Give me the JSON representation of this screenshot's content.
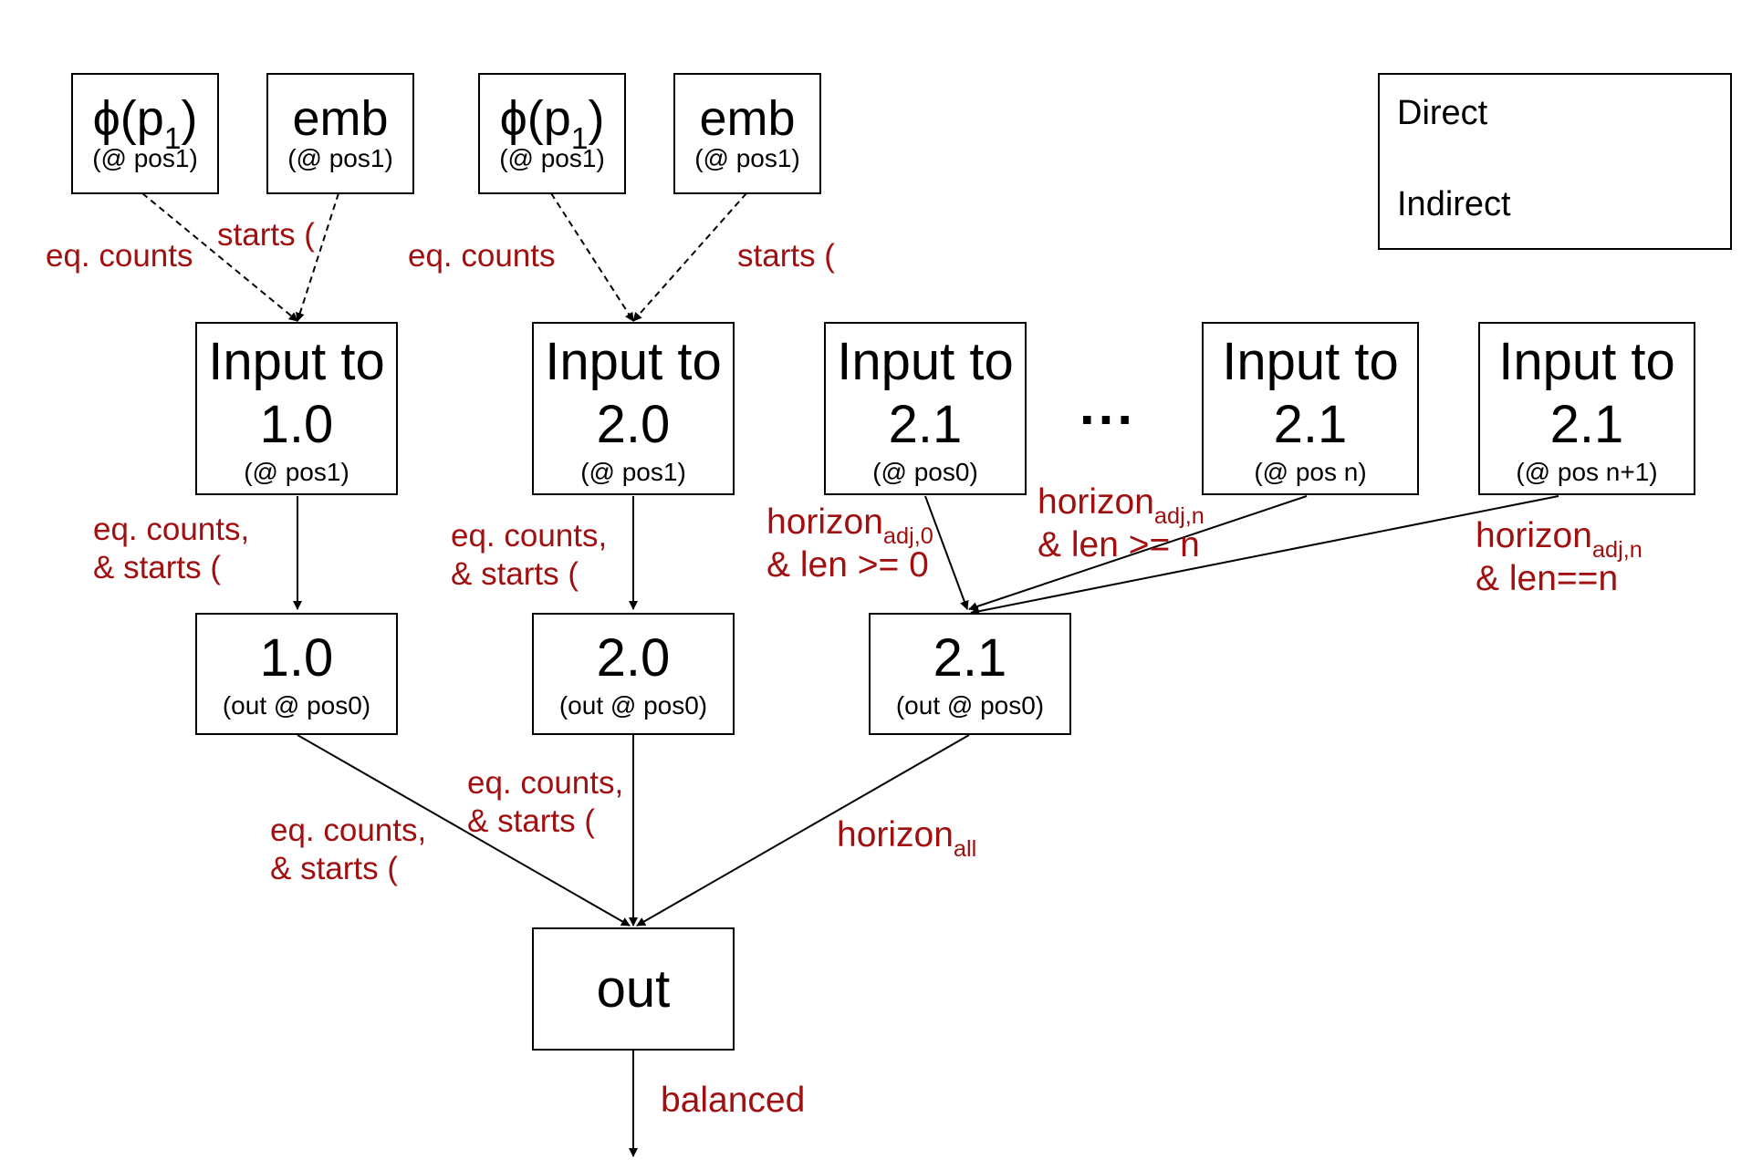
{
  "nodes": {
    "phi1": {
      "main": "ϕ(p",
      "sub": "1",
      "close": ")",
      "pos": "(@ pos1)"
    },
    "emb1": {
      "main": "emb",
      "pos": "(@ pos1)"
    },
    "phi2": {
      "main": "ϕ(p",
      "sub": "1",
      "close": ")",
      "pos": "(@ pos1)"
    },
    "emb2": {
      "main": "emb",
      "pos": "(@ pos1)"
    },
    "in10": {
      "line1": "Input to",
      "line2": "1.0",
      "pos": "(@ pos1)"
    },
    "in20": {
      "line1": "Input to",
      "line2": "2.0",
      "pos": "(@ pos1)"
    },
    "in21a": {
      "line1": "Input to",
      "line2": "2.1",
      "pos": "(@ pos0)"
    },
    "in21b": {
      "line1": "Input to",
      "line2": "2.1",
      "pos": "(@ pos n)"
    },
    "in21c": {
      "line1": "Input to",
      "line2": "2.1",
      "pos": "(@ pos n+1)"
    },
    "n10": {
      "main": "1.0",
      "pos": "(out @ pos0)"
    },
    "n20": {
      "main": "2.0",
      "pos": "(out @ pos0)"
    },
    "n21": {
      "main": "2.1",
      "pos": "(out @ pos0)"
    },
    "out": {
      "main": "out"
    }
  },
  "ellipsis": "...",
  "edge_labels": {
    "eq_counts_1": "eq. counts",
    "starts_1": "starts (",
    "eq_counts_2": "eq. counts",
    "starts_2": "starts (",
    "in10_line1": "eq. counts,",
    "in10_line2": "& starts (",
    "in20_line1": "eq. counts,",
    "in20_line2": "& starts (",
    "h0_main": "horizon",
    "h0_sub": "adj,0",
    "h0_line2": "& len >= 0",
    "hn_main": "horizon",
    "hn_sub": "adj,n",
    "hn_line2": "& len >= n",
    "hn1_main": "horizon",
    "hn1_sub": "adj,n",
    "hn1_line2": "& len==n",
    "o10_line1": "eq. counts,",
    "o10_line2": "& starts (",
    "o20_line1": "eq. counts,",
    "o20_line2": "& starts (",
    "hall_main": "horizon",
    "hall_sub": "all",
    "balanced": "balanced"
  },
  "legend": {
    "direct": "Direct",
    "indirect": "Indirect"
  },
  "colors": {
    "edge_label": "#a01010",
    "stroke": "#000000"
  }
}
